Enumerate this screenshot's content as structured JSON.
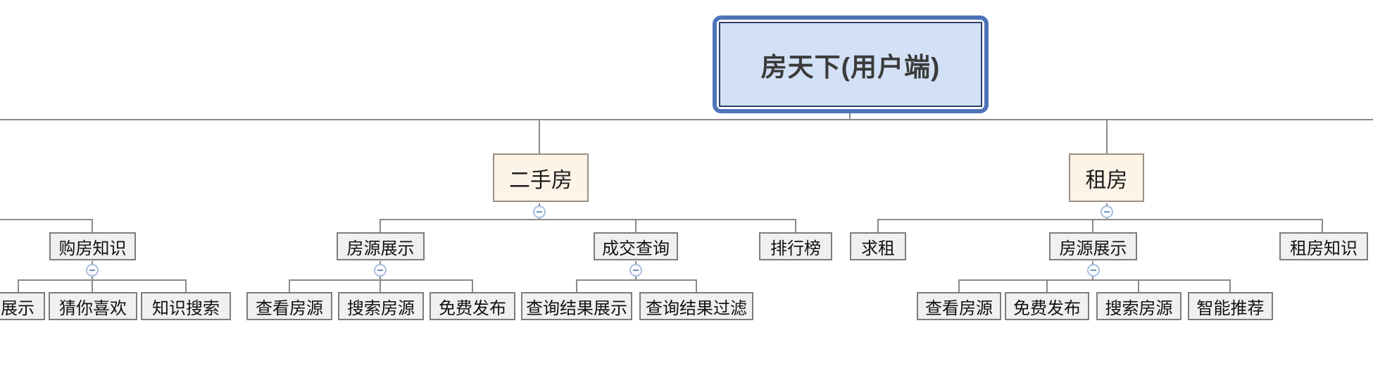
{
  "diagram": {
    "type": "mind-map",
    "title": "房天下(用户端)",
    "nodes": {
      "root": "房天下(用户端)",
      "ershoufang": "二手房",
      "zufang": "租房",
      "goufang_zhishi": "购房知识",
      "zhanshi_clipped": "展示",
      "cainixihuan": "猜你喜欢",
      "zhishi_sousuo": "知识搜索",
      "fangyuan_zhanshi_1": "房源展示",
      "chakan_fangyuan_1": "查看房源",
      "sousuo_fangyuan_1": "搜索房源",
      "mianfei_fabu_1": "免费发布",
      "chengjiao_chaxun": "成交查询",
      "chaxun_jieguo_zhanshi": "查询结果展示",
      "chaxun_jieguo_guolv": "查询结果过滤",
      "paihangbang": "排行榜",
      "qiuzu": "求租",
      "fangyuan_zhanshi_2": "房源展示",
      "chakan_fangyuan_2": "查看房源",
      "mianfei_fabu_2": "免费发布",
      "sousuo_fangyuan_2": "搜索房源",
      "zhineng_tuijian": "智能推荐",
      "zufang_zhishi": "租房知识"
    },
    "edges": [
      {
        "from": "root",
        "to": "offcanvas_left_branch"
      },
      {
        "from": "root",
        "to": "ershoufang"
      },
      {
        "from": "root",
        "to": "zufang"
      },
      {
        "from": "offcanvas_left_branch",
        "to": "goufang_zhishi"
      },
      {
        "from": "goufang_zhishi",
        "to": "zhanshi_clipped"
      },
      {
        "from": "goufang_zhishi",
        "to": "cainixihuan"
      },
      {
        "from": "goufang_zhishi",
        "to": "zhishi_sousuo"
      },
      {
        "from": "ershoufang",
        "to": "fangyuan_zhanshi_1"
      },
      {
        "from": "ershoufang",
        "to": "chengjiao_chaxun"
      },
      {
        "from": "ershoufang",
        "to": "paihangbang"
      },
      {
        "from": "fangyuan_zhanshi_1",
        "to": "chakan_fangyuan_1"
      },
      {
        "from": "fangyuan_zhanshi_1",
        "to": "sousuo_fangyuan_1"
      },
      {
        "from": "fangyuan_zhanshi_1",
        "to": "mianfei_fabu_1"
      },
      {
        "from": "chengjiao_chaxun",
        "to": "chaxun_jieguo_zhanshi"
      },
      {
        "from": "chengjiao_chaxun",
        "to": "chaxun_jieguo_guolv"
      },
      {
        "from": "zufang",
        "to": "qiuzu"
      },
      {
        "from": "zufang",
        "to": "fangyuan_zhanshi_2"
      },
      {
        "from": "zufang",
        "to": "zufang_zhishi"
      },
      {
        "from": "fangyuan_zhanshi_2",
        "to": "chakan_fangyuan_2"
      },
      {
        "from": "fangyuan_zhanshi_2",
        "to": "mianfei_fabu_2"
      },
      {
        "from": "fangyuan_zhanshi_2",
        "to": "sousuo_fangyuan_2"
      },
      {
        "from": "fangyuan_zhanshi_2",
        "to": "zhineng_tuijian"
      }
    ],
    "collapse_buttons": {
      "glyph": "minus-in-circle",
      "state": "expanded",
      "attached_below": [
        "ershoufang",
        "zufang",
        "goufang_zhishi",
        "fangyuan_zhanshi_1",
        "chengjiao_chaxun",
        "fangyuan_zhanshi_2"
      ]
    },
    "colors": {
      "root_fill": "#d3e1f6",
      "root_border": "#4e73b9",
      "root_inner_border": "#2e4066",
      "branch_fill": "#fdf3e7",
      "branch_border": "#9a9084",
      "topic_fill": "#f0f0f0",
      "topic_border": "#7d7d7d",
      "connector": "#8a8a8a",
      "collapse_border": "#a6bede",
      "collapse_dash": "#7094c8"
    }
  }
}
